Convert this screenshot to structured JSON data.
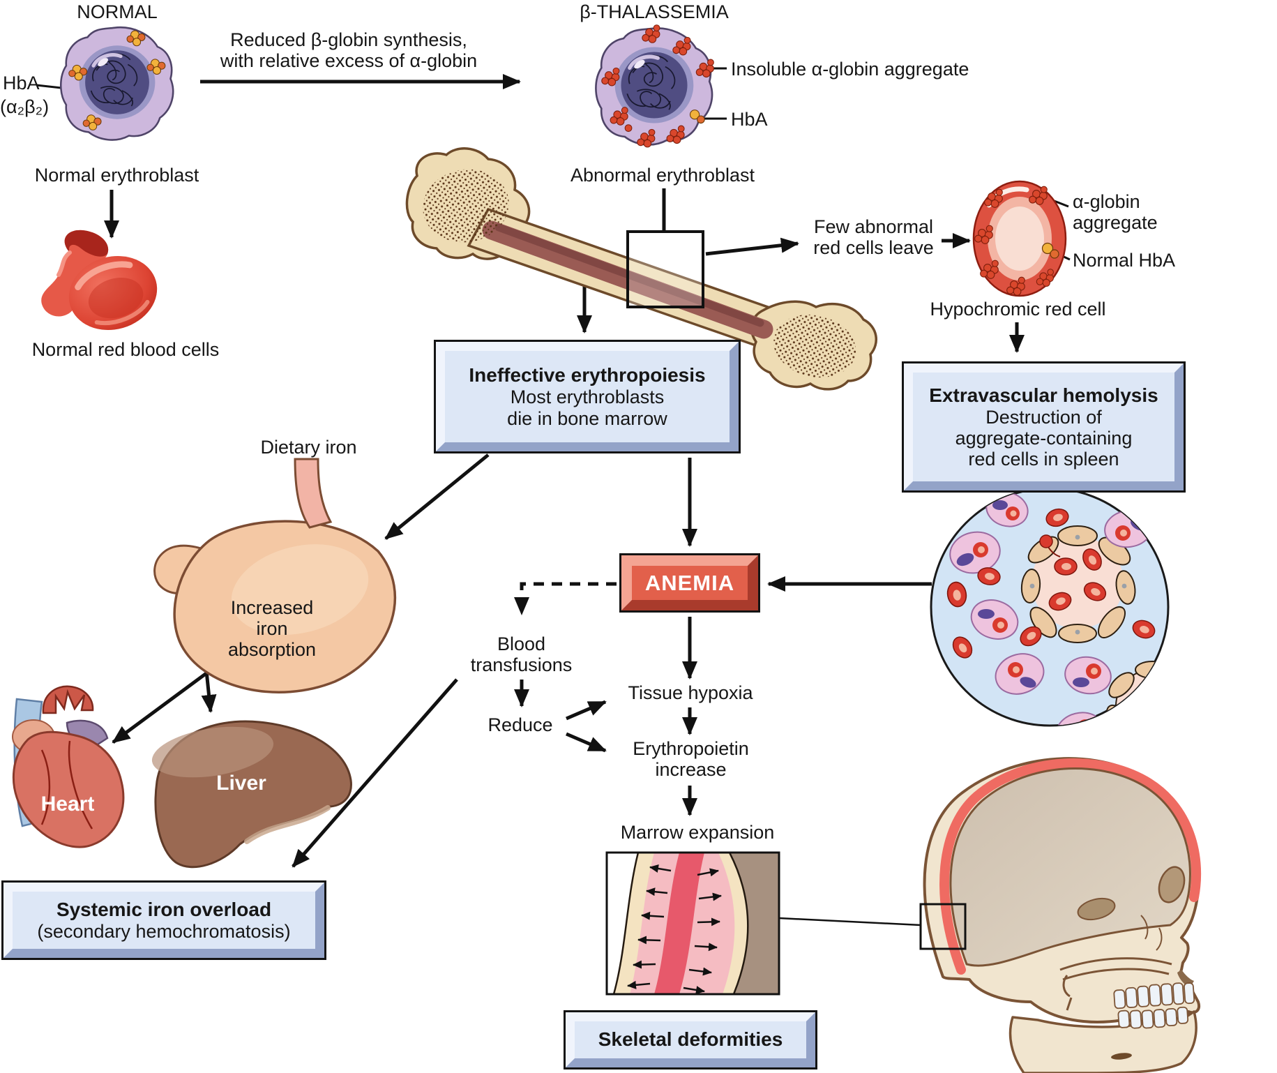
{
  "titles": {
    "normal": "NORMAL",
    "thalassemia": "β-THALASSEMIA"
  },
  "left_column": {
    "hba_label": "HbA",
    "hba_formula": "(α₂β₂)",
    "normal_erythroblast": "Normal erythroblast",
    "normal_red_blood_cells": "Normal red blood cells"
  },
  "transition": {
    "line1": "Reduced β-globin synthesis,",
    "line2": "with relative excess of α-globin"
  },
  "right_column": {
    "insoluble_aggregate": "Insoluble α-globin aggregate",
    "hba_label": "HbA",
    "abnormal_erythroblast": "Abnormal erythroblast",
    "few_abnormal_line1": "Few abnormal",
    "few_abnormal_line2": "red cells leave",
    "aggregate_line1": "α-globin",
    "aggregate_line2": "aggregate",
    "normal_hba": "Normal HbA",
    "hypochromic": "Hypochromic red cell"
  },
  "boxes": {
    "ineffective": {
      "title": "Ineffective erythropoiesis",
      "line1": "Most erythroblasts",
      "line2": "die in bone marrow"
    },
    "extravascular": {
      "title": "Extravascular hemolysis",
      "line1": "Destruction of",
      "line2": "aggregate-containing",
      "line3": "red cells in spleen"
    },
    "anemia": "ANEMIA",
    "systemic": {
      "title": "Systemic iron overload",
      "subtitle": "(secondary hemochromatosis)"
    },
    "skeletal": "Skeletal deformities"
  },
  "flow": {
    "dietary_iron": "Dietary iron",
    "increased_line1": "Increased",
    "increased_line2": "iron",
    "increased_line3": "absorption",
    "heart": "Heart",
    "liver": "Liver",
    "blood_line1": "Blood",
    "blood_line2": "transfusions",
    "reduce": "Reduce",
    "tissue_hypoxia": "Tissue hypoxia",
    "epo_line1": "Erythropoietin",
    "epo_line2": "increase",
    "marrow_expansion": "Marrow expansion"
  },
  "colors": {
    "box_blue": "#dde7f6",
    "box_bevel_light": "#f0f4fc",
    "box_bevel_dark": "#93a3c8",
    "anemia_red": "#e2604b",
    "cell_purple": "#cdb8dd",
    "nucleus_dark": "#504d82",
    "rbc_red": "#d63b2b",
    "hba_yellow": "#f2b23c",
    "aggregate_orange": "#d9472c",
    "bone_cream": "#eedcb4",
    "marrow_red": "#9a5b54",
    "skull_band_red": "#ef6b62",
    "spleen_bg": "#d2e4f5"
  }
}
